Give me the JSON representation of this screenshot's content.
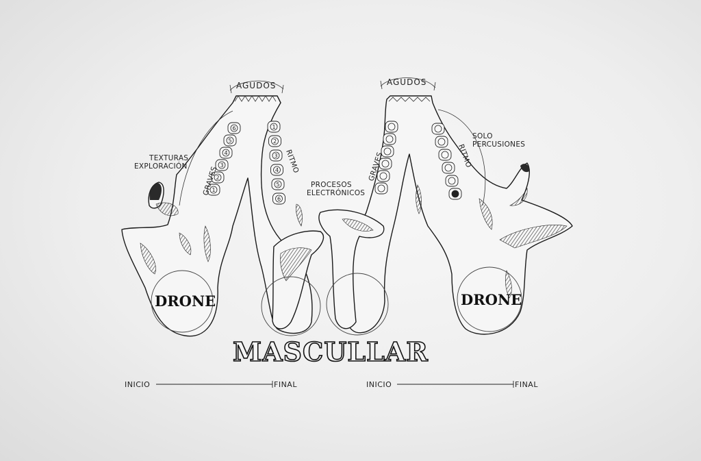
{
  "title": "MASCULLAR",
  "left_jaw": {
    "agudos": "AGUDOS",
    "graves": "GRAVES",
    "ritmo": "RITMO",
    "texturas_line1": "TEXTURAS",
    "texturas_line2": "EXPLORACIÓN",
    "drone": "DRONE",
    "teeth_graves": [
      "6",
      "5",
      "4",
      "3",
      "2",
      "1"
    ],
    "teeth_ritmo": [
      "1",
      "2",
      "3",
      "4",
      "5",
      "6"
    ]
  },
  "right_jaw": {
    "agudos": "AGUDOS",
    "graves": "GRAVES",
    "ritmo": "RITMO",
    "solo_line1": "SOLO",
    "solo_line2": "PERCUSIONES",
    "drone": "DRONE"
  },
  "center": {
    "procesos_line1": "PROCESOS",
    "procesos_line2": "ELECTRÓNICOS"
  },
  "timelines": [
    {
      "start": "INICIO",
      "end": "FINAL"
    },
    {
      "start": "INICIO",
      "end": "FINAL"
    }
  ]
}
